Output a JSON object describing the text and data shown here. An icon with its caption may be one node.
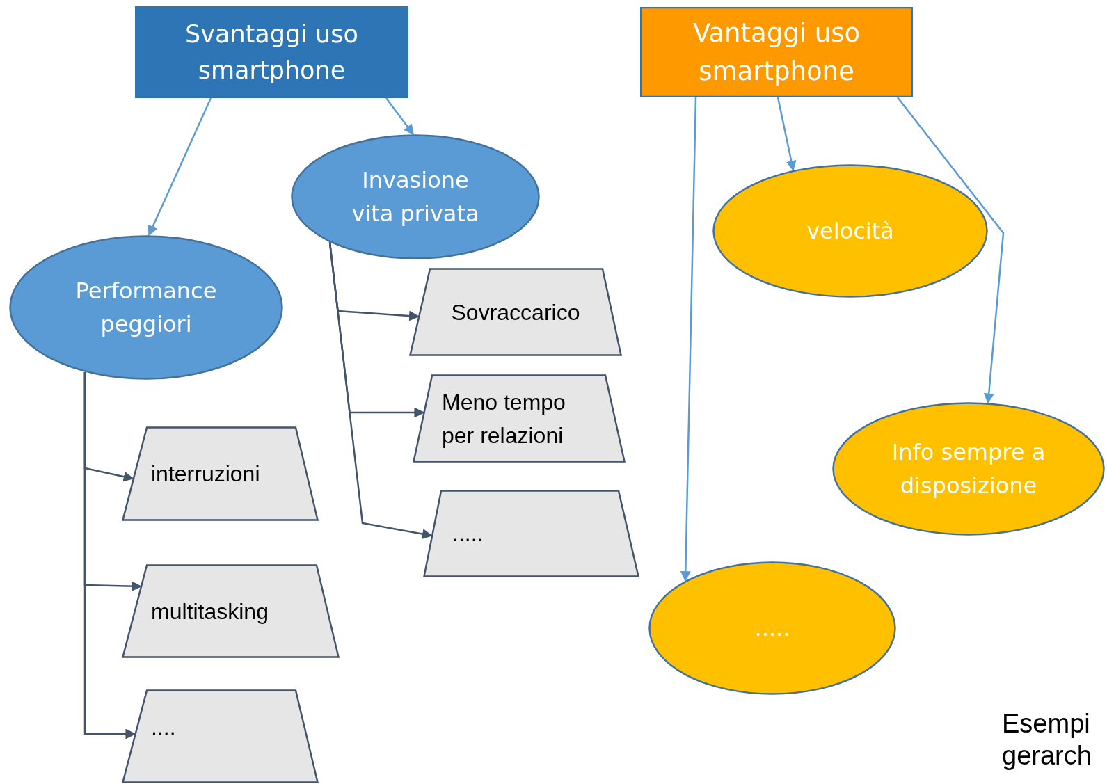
{
  "diagram": {
    "nodes": [
      {
        "text": [
          "Svantaggi uso smartphone"
        ]
      },
      {
        "text": [
          "Vantaggi uso smartphone"
        ]
      },
      {
        "text": [
          "Invasione vita privata"
        ]
      },
      {
        "text": [
          "Performance peggiori"
        ]
      },
      {
        "text": [
          "Sovraccarico"
        ]
      },
      {
        "text": [
          "Meno tempo per relazioni"
        ]
      },
      {
        "text": [
          "....."
        ]
      },
      {
        "text": [
          "interruzioni"
        ]
      },
      {
        "text": [
          "multitasking"
        ]
      },
      {
        "text": [
          "...."
        ]
      },
      {
        "text": [
          "velocità"
        ]
      },
      {
        "text": [
          "Info sempre a disposizione"
        ]
      },
      {
        "text": [
          "....."
        ]
      }
    ],
    "edges": [
      {
        "from": 0,
        "to": 3,
        "arrow": "to",
        "color": "#5b9bd5"
      },
      {
        "from": 0,
        "to": 2,
        "arrow": "to",
        "color": "#5b9bd5"
      },
      {
        "from": 2,
        "to": 4,
        "arrow": "to"
      },
      {
        "from": 2,
        "to": 5,
        "arrow": "to"
      },
      {
        "from": 2,
        "to": 6,
        "arrow": "to"
      },
      {
        "from": 3,
        "to": 7,
        "arrow": "to"
      },
      {
        "from": 3,
        "to": 8,
        "arrow": "to"
      },
      {
        "from": 3,
        "to": 9,
        "arrow": "to"
      },
      {
        "from": 1,
        "to": 10,
        "arrow": "to",
        "color": "#5b9bd5"
      },
      {
        "from": 1,
        "to": 11,
        "arrow": "to",
        "color": "#5b9bd5"
      },
      {
        "from": 1,
        "to": 12,
        "arrow": "to",
        "color": "#5b9bd5"
      }
    ],
    "labels": [
      "Esempi gerarch"
    ]
  }
}
